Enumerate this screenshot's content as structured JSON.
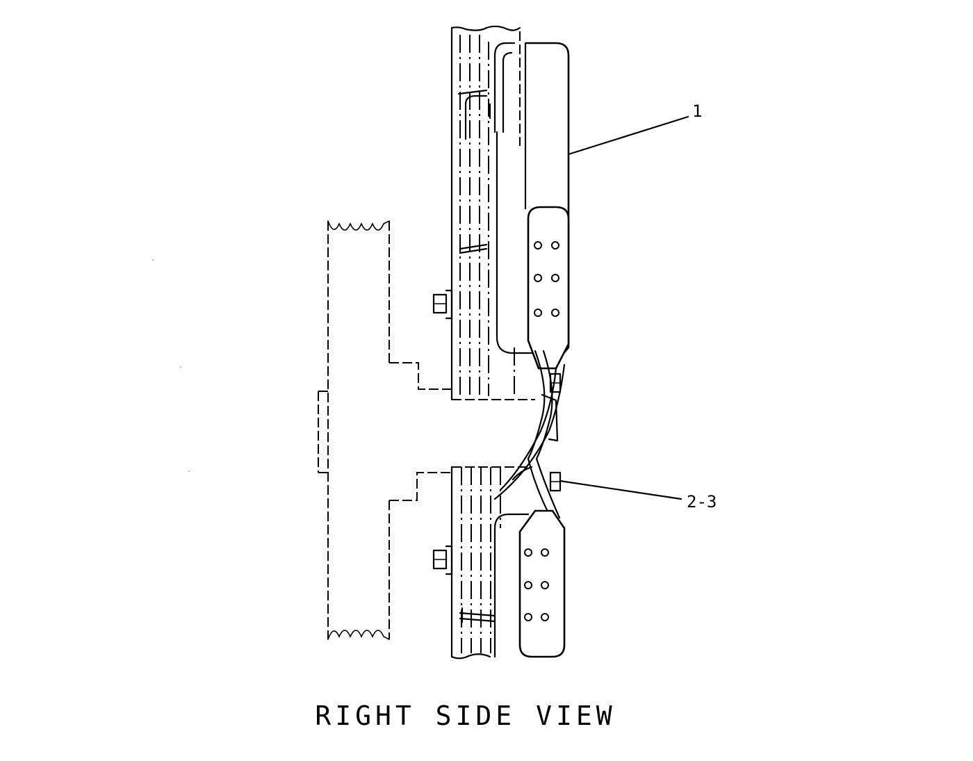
{
  "callouts": {
    "item_1": "1",
    "item_2_3": "2-3"
  },
  "view_title": "RIGHT SIDE VIEW"
}
